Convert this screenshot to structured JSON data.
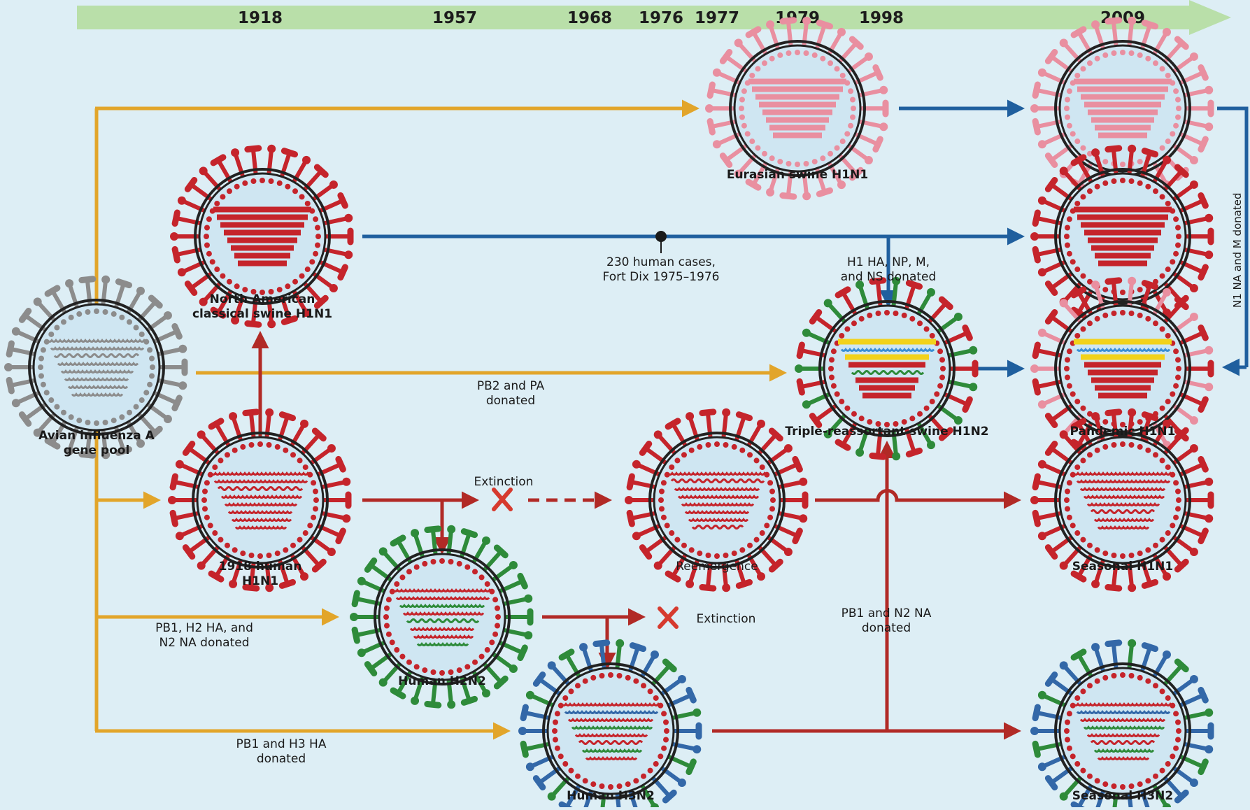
{
  "timeline": {
    "years": [
      "1918",
      "1957",
      "1968",
      "1976",
      "1977",
      "1979",
      "1998",
      "2009"
    ]
  },
  "colors": {
    "avian": "#e2a52a",
    "swine": "#1f5f9e",
    "human": "#b12a26",
    "timeline": "#b9dfa9",
    "background": "#ddeef5"
  },
  "viruses": {
    "avian": {
      "label_1": "Avian influenza A",
      "label_2": "gene pool"
    },
    "eurasian": {
      "label_1": "Eurasian swine H1N1"
    },
    "na_classical": {
      "label_1": "North American",
      "label_2": "classical swine H1N1"
    },
    "h1n1_1918": {
      "label_1": "1918 human",
      "label_2": "H1N1"
    },
    "h2n2": {
      "label_1": "Human H2N2"
    },
    "h3n2": {
      "label_1": "Human H3N2"
    },
    "reemergence": {
      "label_1": "Reemergence"
    },
    "triple": {
      "label_1": "Triple-reassortant swine H1N2"
    },
    "pandemic_h1n1": {
      "label_1": "Pandemic H1N1"
    },
    "seasonal_h1n1": {
      "label_1": "Seasonal H1N1"
    },
    "seasonal_h3n2": {
      "label_1": "Seasonal H3N2"
    }
  },
  "annotations": {
    "fort_dix_1": "230 human cases,",
    "fort_dix_2": "Fort Dix 1975–1976",
    "h1_donated_1": "H1 HA, NP, M,",
    "h1_donated_2": "and NS donated",
    "pb2_1": "PB2 and PA",
    "pb2_2": "donated",
    "extinction_1": "Extinction",
    "extinction_2": "Extinction",
    "pb1_h2_1": "PB1, H2 HA, and",
    "pb1_h2_2": "N2 NA donated",
    "pb1_n2_1": "PB1 and N2 NA",
    "pb1_n2_2": "donated",
    "pb1_h3_1": "PB1 and H3 HA",
    "pb1_h3_2": "donated",
    "n1_side": "N1 NA and M donated"
  }
}
